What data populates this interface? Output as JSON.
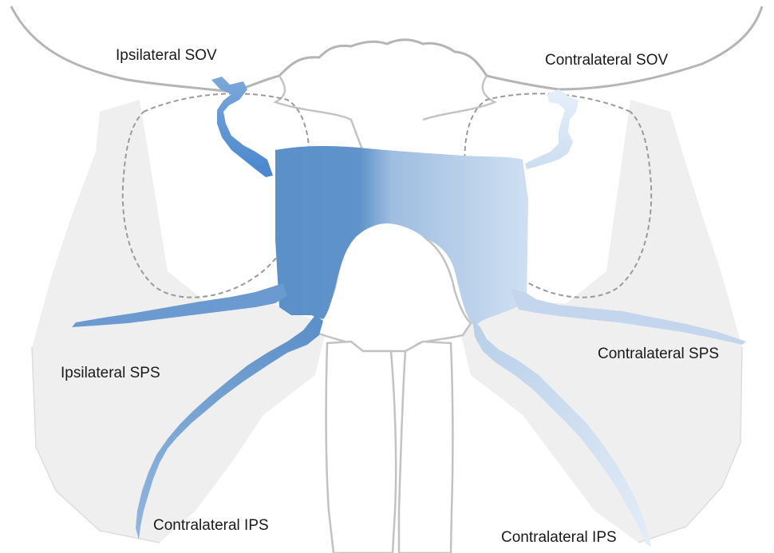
{
  "labels": {
    "ipsilateral_sov": "Ipsilateral SOV",
    "contralateral_sov": "Contralateral SOV",
    "ipsilateral_sps": "Ipsilateral SPS",
    "contralateral_sps": "Contralateral SPS",
    "contralateral_ips_left": "Contralateral IPS",
    "contralateral_ips_right": "Contralateral IPS"
  },
  "colors": {
    "ipsilateral_blue": "#5b8fc8",
    "contralateral_blue": "#dde9f6",
    "bone_outline": "#b3b3b3",
    "shaded_fossa": "#eeeeee"
  }
}
